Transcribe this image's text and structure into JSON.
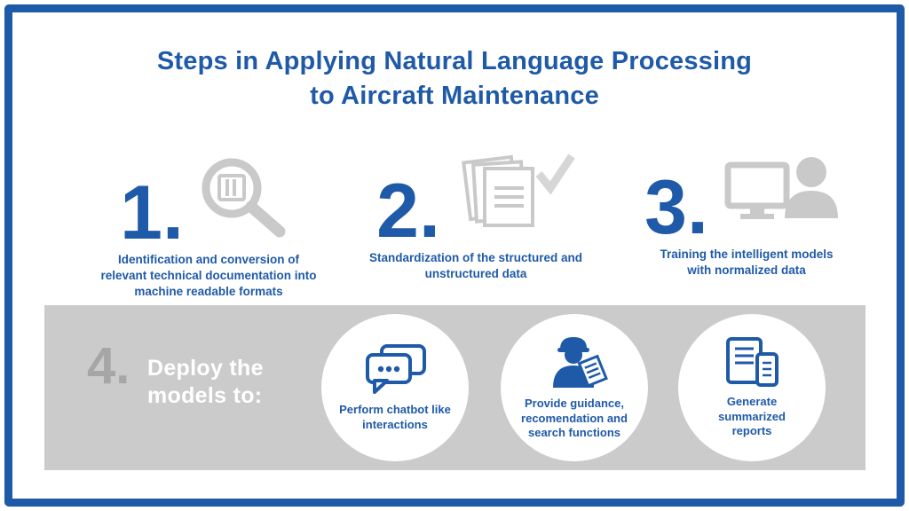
{
  "title": {
    "line1": "Steps in Applying Natural Language Processing",
    "line2": "to Aircraft Maintenance"
  },
  "steps": [
    {
      "number": "1.",
      "icon": "magnifier-documents-icon",
      "caption": "Identification and conversion of relevant technical documentation into machine readable formats"
    },
    {
      "number": "2.",
      "icon": "documents-check-icon",
      "caption": "Standardization of the structured and unstructured data"
    },
    {
      "number": "3.",
      "icon": "analyst-computer-icon",
      "caption": "Training the intelligent models with normalized data"
    }
  ],
  "deploy": {
    "number": "4.",
    "label": "Deploy the models to:",
    "items": [
      {
        "icon": "chat-bubbles-icon",
        "caption": "Perform chatbot like interactions"
      },
      {
        "icon": "engineer-guidance-icon",
        "caption": "Provide guidance, recomendation and search functions"
      },
      {
        "icon": "devices-report-icon",
        "caption": "Generate summarized reports"
      }
    ]
  },
  "colors": {
    "primary_blue": "#1F5AA8",
    "icon_gray": "#C9C9C9",
    "band_gray": "#CBCBCB",
    "step4_gray": "#A6A6A6",
    "white": "#FFFFFF"
  }
}
